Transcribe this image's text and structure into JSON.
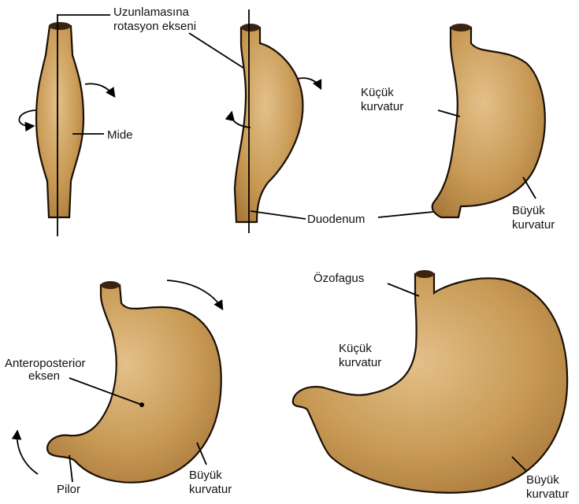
{
  "labels": {
    "longitudinal_axis_1": "Uzunlamasına",
    "longitudinal_axis_2": "rotasyon ekseni",
    "stomach": "Mide",
    "lesser_curvature_1": "Küçük",
    "lesser_curvature_2": "kurvatur",
    "greater_curvature_1": "Büyük",
    "greater_curvature_2": "kurvatur",
    "duodenum": "Duodenum",
    "anteroposterior_axis_1": "Anteroposterior",
    "anteroposterior_axis_2": "eksen",
    "pylorus": "Pilor",
    "esophagus": "Özofagus"
  },
  "colors": {
    "stomach_fill": "#c89a55",
    "stomach_highlight": "#e3c08a",
    "outline": "#1a0f05"
  }
}
